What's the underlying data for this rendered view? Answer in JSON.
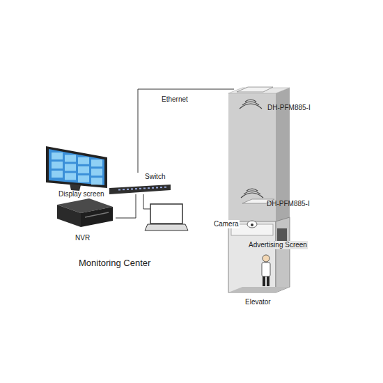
{
  "diagram": {
    "nodes": [
      {
        "text": [
          "Switch"
        ]
      },
      {
        "text": [
          "DH-PFM885-I"
        ]
      },
      {
        "text": [
          "NVR"
        ]
      }
    ],
    "edges": [
      {
        "from": 0,
        "to": 1,
        "arrow": "none",
        "label": "Ethernet"
      },
      {
        "from": 2,
        "to": 0,
        "arrow": "none"
      }
    ],
    "labels": [
      "Display screen",
      "DH-PFM885-I",
      "Camera",
      "Advertising Screen",
      "Elevator",
      "Monitoring Center"
    ]
  }
}
